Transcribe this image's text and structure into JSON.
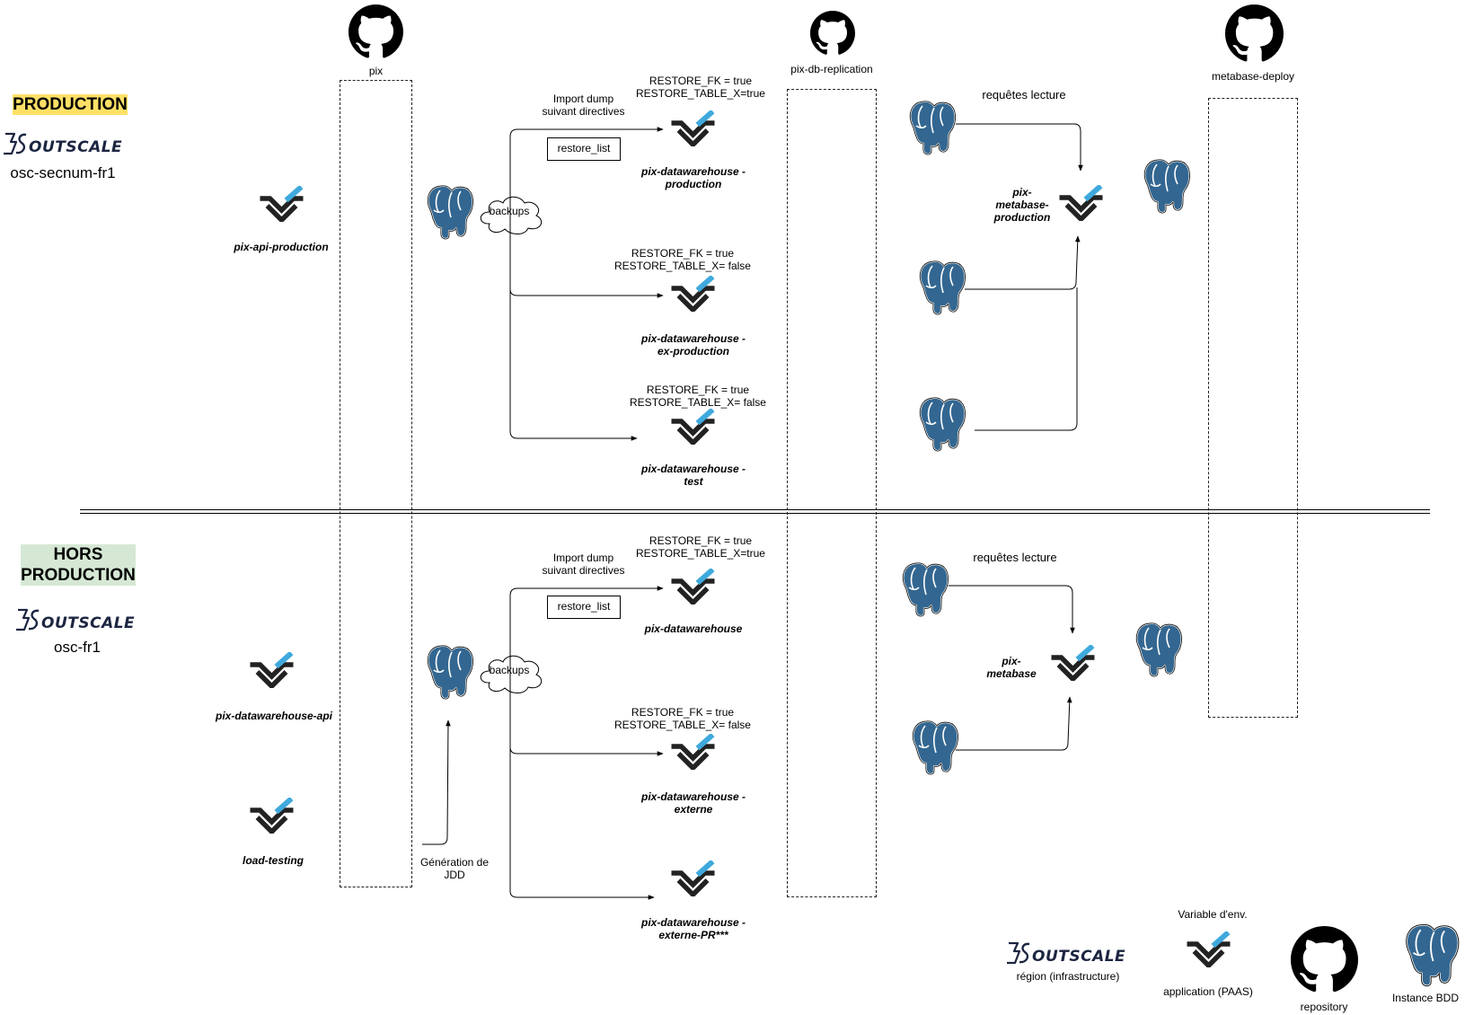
{
  "colors": {
    "production_bg": "#ffe066",
    "hors_production_bg": "#d5e8d4",
    "elephant": "#336791",
    "paas_accent": "#3fa9dd"
  },
  "sections": {
    "production": {
      "title": "PRODUCTION",
      "provider": "OUTSCALE",
      "region": "osc-secnum-fr1"
    },
    "hors_production": {
      "title": "HORS PRODUCTION",
      "provider": "OUTSCALE",
      "region": "osc-fr1"
    }
  },
  "repos": {
    "pix": "pix",
    "replication": "pix-db-replication",
    "metabase": "metabase-deploy"
  },
  "production": {
    "api": "pix-api-production",
    "backups": "backups",
    "import": "Import dump suivant directives",
    "restore_list": "restore_list",
    "dw1": {
      "env": "RESTORE_FK = true RESTORE_TABLE_X=true",
      "name": "pix-datawarehouse -production"
    },
    "dw2": {
      "env": "RESTORE_FK = true RESTORE_TABLE_X= false",
      "name": "pix-datawarehouse -ex-production"
    },
    "dw3": {
      "env": "RESTORE_FK = true RESTORE_TABLE_X= false",
      "name": "pix-datawarehouse -test"
    },
    "read": "requêtes lecture",
    "metabase": "pix- metabase- production"
  },
  "hors_production": {
    "api": "pix-datawarehouse-api",
    "load": "load-testing",
    "generation": "Génération de JDD",
    "backups": "backups",
    "import": "Import dump suivant directives",
    "restore_list": "restore_list",
    "dw1": {
      "env": "RESTORE_FK = true RESTORE_TABLE_X=true",
      "name": "pix-datawarehouse"
    },
    "dw2": {
      "env": "RESTORE_FK = true RESTORE_TABLE_X= false",
      "name": "pix-datawarehouse -externe"
    },
    "dw3": {
      "name": "pix-datawarehouse -externe-PR***"
    },
    "read": "requêtes lecture",
    "metabase": "pix- metabase"
  },
  "legend": {
    "region": "région (infrastructure)",
    "env_var": "Variable d'env.",
    "paas": "application (PAAS)",
    "repo": "repository",
    "db": "Instance BDD"
  },
  "icons": [
    "github-icon",
    "postgresql-icon",
    "scalingo-paas-icon",
    "outscale-logo",
    "cloud-shape"
  ]
}
